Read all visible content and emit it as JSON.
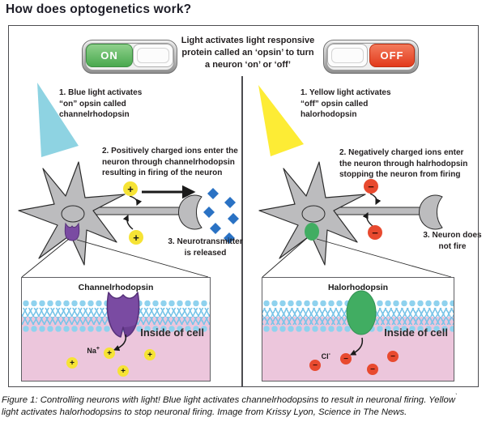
{
  "title": "How does optogenetics work?",
  "header": {
    "description_lines": [
      "Light activates light responsive",
      "protein called an ‘opsin’ to turn",
      "a neuron ‘on’ or ‘off’"
    ],
    "switch_on_label": "ON",
    "switch_off_label": "OFF"
  },
  "panels": {
    "left": {
      "step1": {
        "num": "1.",
        "lines": [
          "Blue light activates",
          "“on” opsin called",
          "channelrhodopsin"
        ]
      },
      "step2": {
        "num": "2.",
        "lines": [
          "Positively charged ions enter the",
          "neuron through channelrhodopsin",
          "resulting in firing of the neuron"
        ]
      },
      "step3": {
        "num": "3.",
        "lines": [
          "Neurotransmitter",
          "is released"
        ]
      },
      "ion_symbol": "+",
      "inset": {
        "title": "Channelrhodopsin",
        "inside_label": "Inside of cell",
        "ion_label_base": "Na",
        "ion_label_sup": "+"
      }
    },
    "right": {
      "step1": {
        "num": "1.",
        "lines": [
          "Yellow light activates",
          "“off” opsin called",
          "halorhodopsin"
        ]
      },
      "step2": {
        "num": "2.",
        "lines": [
          "Negatively charged ions enter",
          "the neuron through halrhodopsin",
          "stopping the neuron from firing"
        ]
      },
      "step3": {
        "num": "3.",
        "lines": [
          "Neuron does",
          "not fire"
        ]
      },
      "ion_symbol": "−",
      "inset": {
        "title": "Halorhodopsin",
        "inside_label": "Inside of cell",
        "ion_label_base": "Cl",
        "ion_label_sup": "-"
      }
    }
  },
  "caption": {
    "line1": "Figure 1: Controlling neurons with light! Blue light activates channelrhodopsins to result in neuronal firing.  Yellow",
    "line1_mark": "`",
    "line2": "light activates halorhodopsins to stop neuronal firing. Image from Krissy Lyon, Science in The News."
  },
  "colors": {
    "on_green": "#49a94e",
    "off_red": "#e23a1c",
    "blue_light_beam": "#8ed3e2",
    "yellow_light_beam": "#fdec35",
    "neuron_gray": "#bcbcbe",
    "channelrhodopsin_purple": "#7a4ba2",
    "halorhodopsin_green": "#41ad62",
    "positive_ion_yellow": "#f6e335",
    "negative_ion_red": "#e84a2f",
    "neurotransmitter_blue": "#2a72c4",
    "inside_cell_pink": "#ecc6dc",
    "membrane_blue": "#8fd2ee"
  }
}
